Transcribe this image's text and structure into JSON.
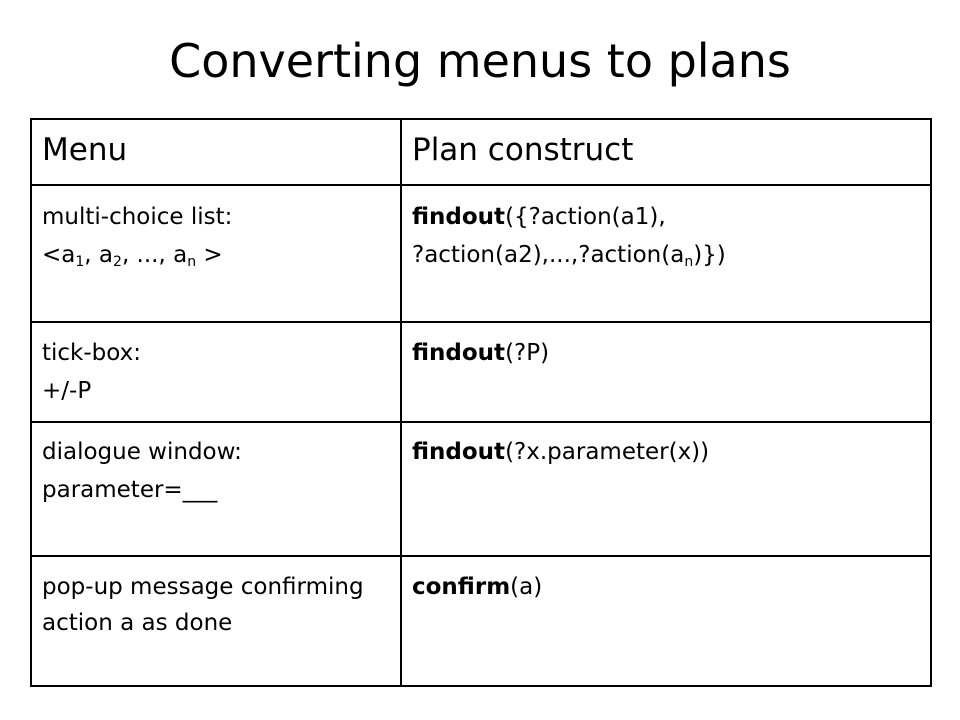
{
  "slide": {
    "title": "Converting menus to plans"
  },
  "table": {
    "headers": [
      "Menu",
      "Plan construct"
    ],
    "rows": [
      {
        "menu_line1": "multi-choice list:",
        "menu_line2": {
          "lt": "<a",
          "s1": "1",
          "mid1": ", a",
          "s2": "2",
          "mid2": ", ..., a",
          "sn": "n",
          "gt": " >"
        },
        "plan": {
          "keyword": "findout",
          "line1_rest": "({?action(a1),",
          "line2_start": "?action(a2),...,?action(a",
          "sub": "n",
          "line2_end": ")})"
        }
      },
      {
        "menu_line1": "tick-box:",
        "menu_line2": "+/-P",
        "plan": {
          "keyword": "findout",
          "rest": "(?P)"
        }
      },
      {
        "menu_line1": "dialogue window:",
        "menu_line2": "parameter=___",
        "plan": {
          "keyword": "findout",
          "rest": "(?x.parameter(x))"
        }
      },
      {
        "menu_text": "pop-up message confirming action a as done",
        "plan": {
          "keyword": "confirm",
          "rest": "(a)"
        }
      }
    ]
  }
}
